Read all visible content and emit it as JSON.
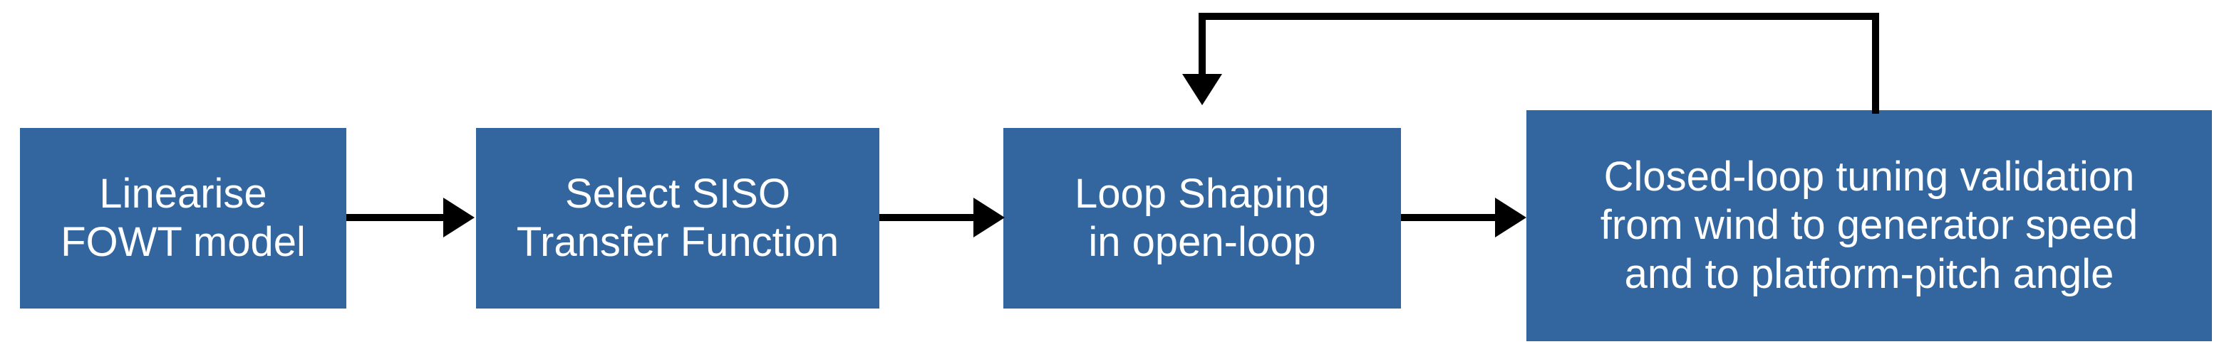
{
  "diagram": {
    "type": "flowchart",
    "title": "",
    "boxes": [
      {
        "id": "linearise",
        "label": "Linearise\nFOWT model"
      },
      {
        "id": "siso",
        "label": "Select SISO\nTransfer Function"
      },
      {
        "id": "loopshaping",
        "label": "Loop Shaping\nin open-loop"
      },
      {
        "id": "validation",
        "label": "Closed-loop tuning validation\nfrom wind to generator speed\nand to platform-pitch angle"
      }
    ],
    "connectors": [
      {
        "id": "linearise-to-siso",
        "from": "linearise",
        "to": "siso",
        "direction": "right"
      },
      {
        "id": "siso-to-loopshaping",
        "from": "siso",
        "to": "loopshaping",
        "direction": "right"
      },
      {
        "id": "loopshaping-to-validation",
        "from": "loopshaping",
        "to": "validation",
        "direction": "right"
      },
      {
        "id": "validation-feedback-to-loopshaping",
        "from": "validation",
        "to": "loopshaping",
        "direction": "feedback-down"
      }
    ],
    "colors": {
      "box_fill": "#33669e",
      "box_text": "#ffffff",
      "connector": "#000000",
      "background": "#ffffff"
    }
  }
}
